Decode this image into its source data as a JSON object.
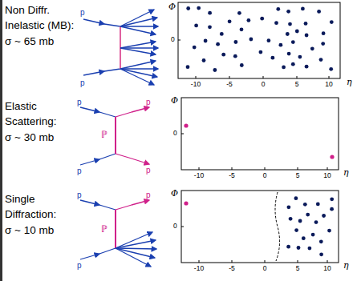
{
  "diagram": {
    "labels": [
      "Non Diffr.",
      "Inelastic (MB):",
      "σ ~ 65 mb",
      "p",
      "p",
      "Φ",
      "0",
      "-10",
      "-5",
      "0",
      "5",
      "10",
      "η",
      "Elastic",
      "Scattering:",
      "σ ~ 30 mb",
      "p",
      "p",
      "ℙ",
      "p",
      "p",
      "Φ",
      "0",
      "-10",
      "-5",
      "0",
      "5",
      "10",
      "η",
      "Single",
      "Diffraction:",
      "σ ~ 10 mb",
      "p",
      "p",
      "ℙ",
      "p",
      "Φ",
      "0",
      "-10",
      "-5",
      "0",
      "5",
      "10",
      "η"
    ]
  }
}
